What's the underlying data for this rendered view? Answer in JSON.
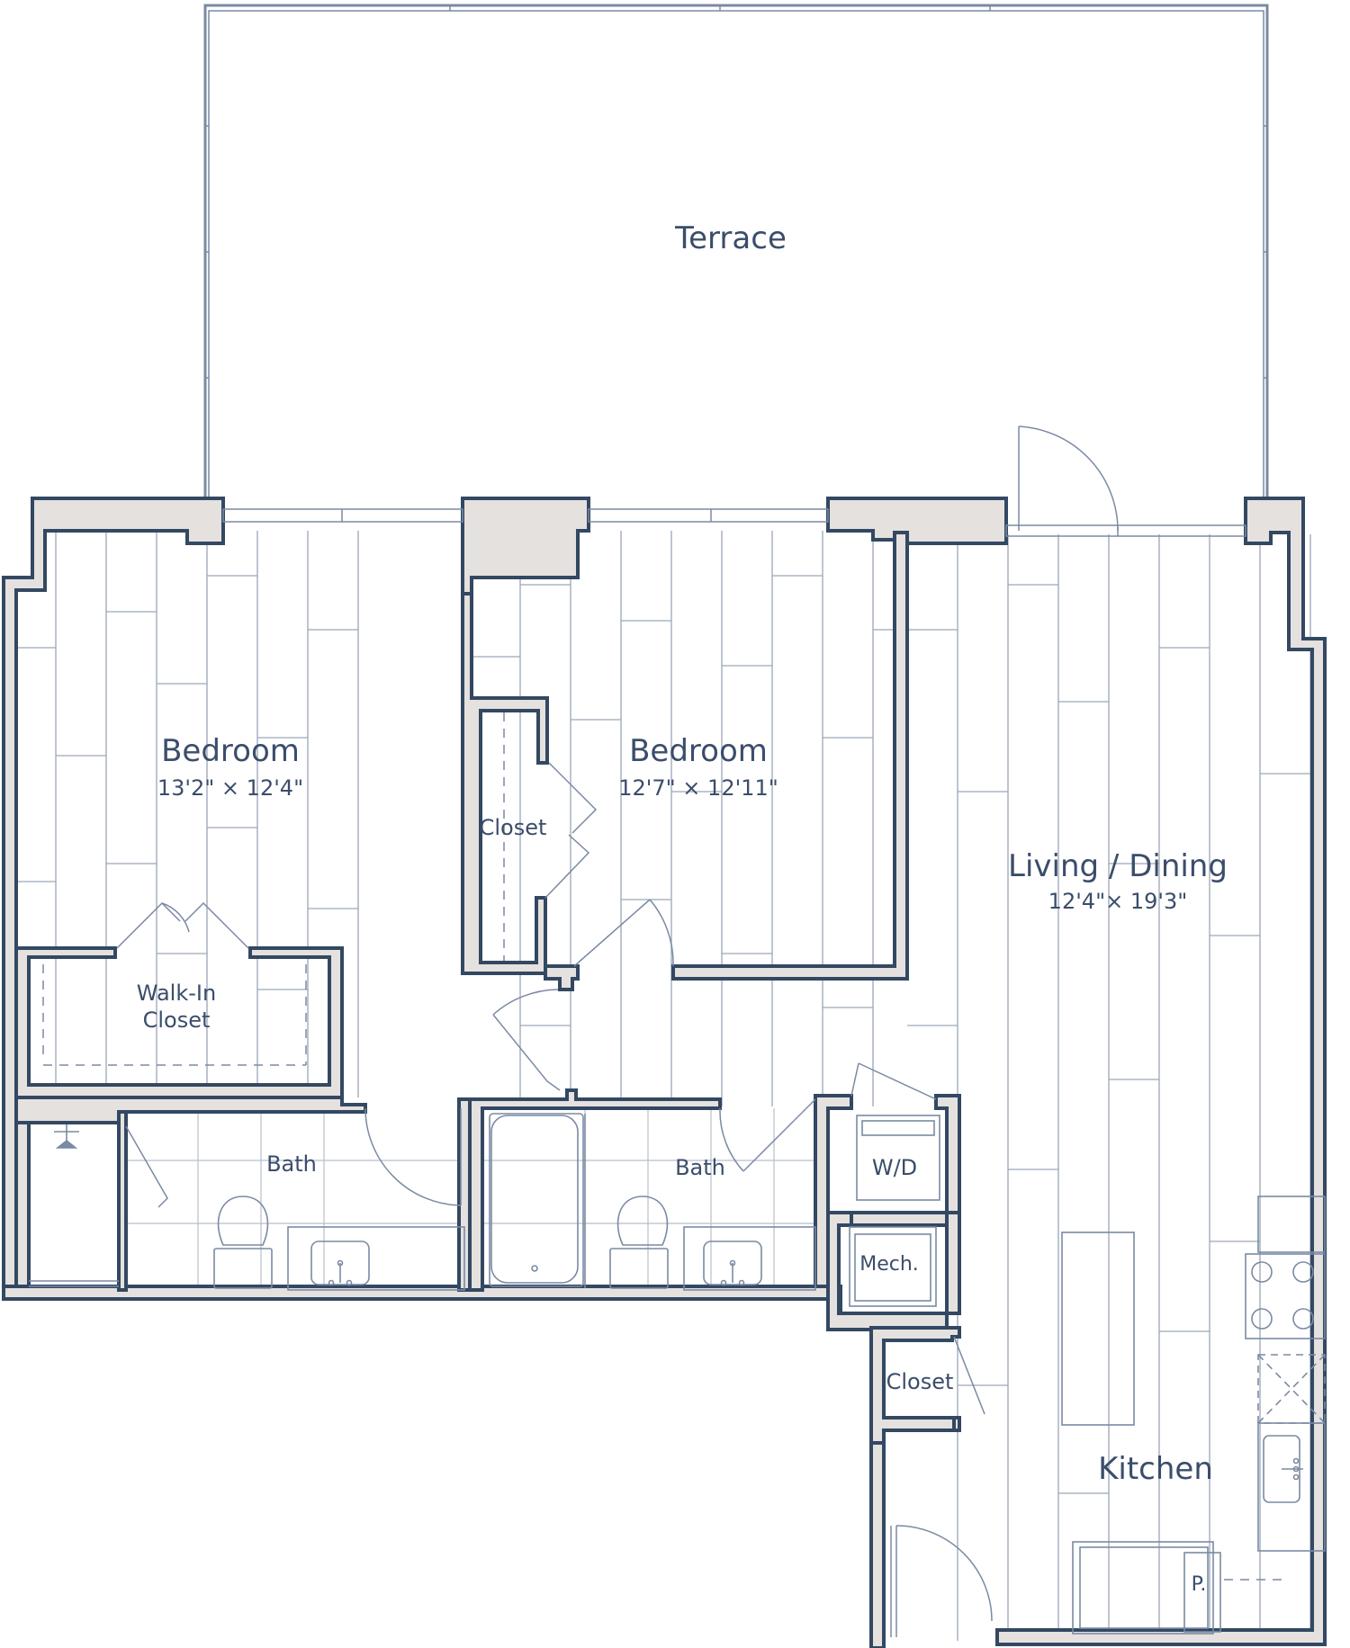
{
  "colors": {
    "wall_fill": "#e5e1df",
    "wall_stroke": "#334862",
    "thin_line": "#7a8aa3",
    "text": "#3b4d6b",
    "background": "#ffffff"
  },
  "rooms": {
    "terrace": {
      "label": "Terrace"
    },
    "bedroom_1": {
      "label": "Bedroom",
      "dimensions": "13'2\" × 12'4\""
    },
    "bedroom_2": {
      "label": "Bedroom",
      "dimensions": "12'7\" × 12'11\""
    },
    "living_dining": {
      "label": "Living / Dining",
      "dimensions": "12'4\"× 19'3\""
    },
    "closet_bedroom_2": {
      "label": "Closet"
    },
    "walk_in_closet": {
      "label_line_1": "Walk-In",
      "label_line_2": "Closet"
    },
    "bath_1": {
      "label": "Bath"
    },
    "bath_2": {
      "label": "Bath"
    },
    "washer_dryer": {
      "label": "W/D"
    },
    "mechanical": {
      "label": "Mech."
    },
    "closet_hall": {
      "label": "Closet"
    },
    "kitchen": {
      "label": "Kitchen"
    },
    "pantry": {
      "label": "P."
    }
  }
}
